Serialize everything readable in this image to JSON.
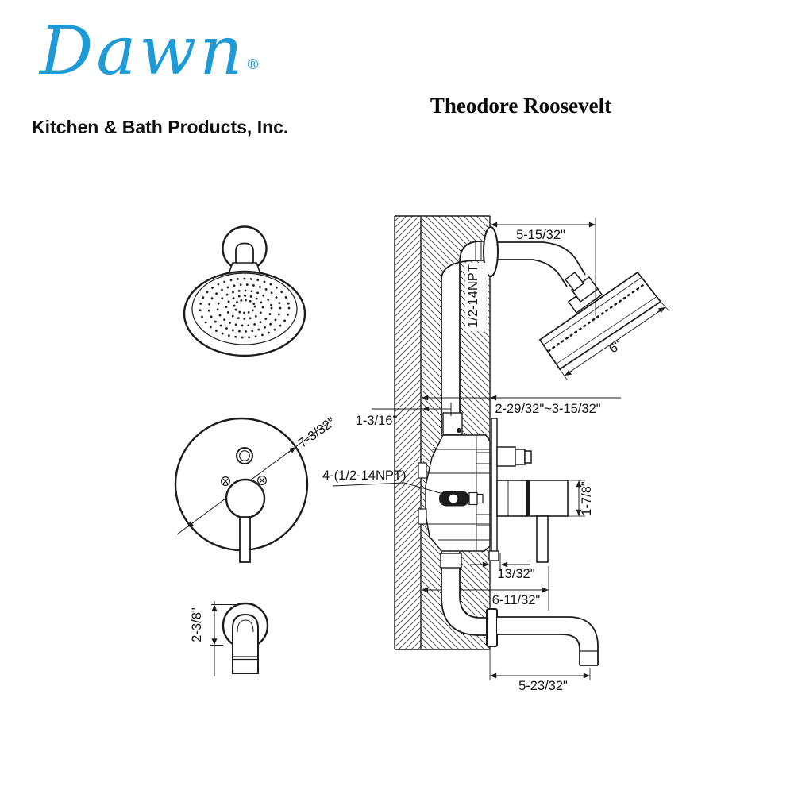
{
  "logo": {
    "brand": "Dawn",
    "registered": "®",
    "subtitle": "Kitchen & Bath Products, Inc."
  },
  "title": "Theodore Roosevelt",
  "drawing": {
    "labels": {
      "arm_length": "5-15/32\"",
      "head_diameter": "6\"",
      "arm_thread": "1/2-14NPT",
      "wall_depth_range": "2-29/32\"~3-15/32\"",
      "rough_in_offset": "1-3/16\"",
      "trim_plate_diameter": "7-3/32\"",
      "valve_connections": "4-(1/2-14NPT)",
      "handle_height": "1-7/8\"",
      "plate_foot_offset": "13/32\"",
      "handle_reach": "6-11/32\"",
      "spout_front_height": "2-3/8\"",
      "spout_reach": "5-23/32\""
    }
  }
}
